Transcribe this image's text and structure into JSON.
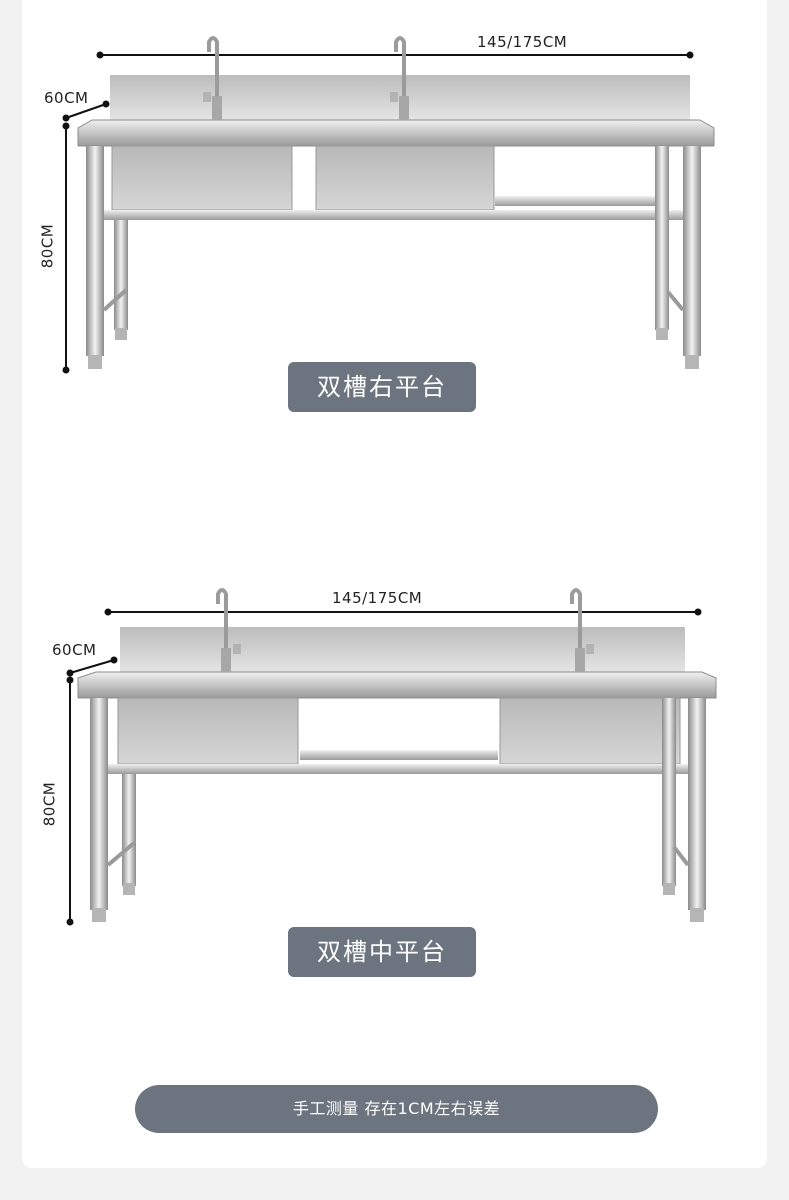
{
  "figures": [
    {
      "width_label": "145/175CM",
      "depth_label": "60CM",
      "height_label": "80CM",
      "caption": "双槽右平台",
      "faucet_icon": "faucet-icon"
    },
    {
      "width_label": "145/175CM",
      "depth_label": "60CM",
      "height_label": "80CM",
      "caption": "双槽中平台",
      "faucet_icon": "faucet-icon"
    }
  ],
  "note": "手工测量 存在1CM左右误差",
  "colors": {
    "caption_bg": "#6c757f",
    "steel_light": "#e6e6e6",
    "steel_dark": "#8d8d8d",
    "dimension_line": "#111111"
  }
}
